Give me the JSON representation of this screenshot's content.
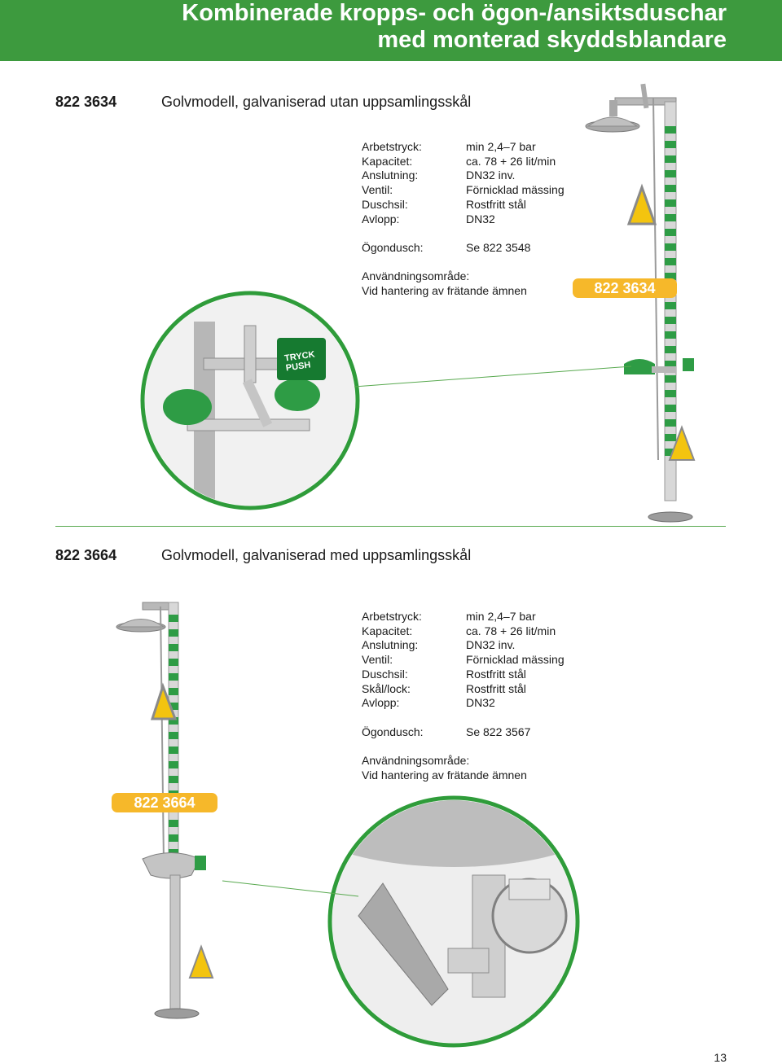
{
  "header": {
    "title_line1": "Kombinerade kropps- och ögon-/ansiktsduschar",
    "title_line2": "med monterad skyddsblandare"
  },
  "products": [
    {
      "code": "822 3634",
      "description": "Golvmodell, galvaniserad utan uppsamlingsskål",
      "specs": [
        {
          "label": "Arbetstryck:",
          "value": "min 2,4–7 bar"
        },
        {
          "label": "Kapacitet:",
          "value": "ca. 78 + 26 lit/min"
        },
        {
          "label": "Anslutning:",
          "value": "DN32 inv."
        },
        {
          "label": "Ventil:",
          "value": "Förnicklad mässing"
        },
        {
          "label": "Duschsil:",
          "value": "Rostfritt stål"
        },
        {
          "label": "Avlopp:",
          "value": "DN32"
        }
      ],
      "eyewash_label": "Ögondusch:",
      "eyewash_value": "Se 822 3548",
      "usage_label": "Användningsområde:",
      "usage_value": "Vid hantering av frätande ämnen",
      "badge": "822 3634",
      "push_text_1": "TRYCK",
      "push_text_2": "PUSH"
    },
    {
      "code": "822 3664",
      "description": "Golvmodell, galvaniserad med uppsamlingsskål",
      "specs": [
        {
          "label": "Arbetstryck:",
          "value": "min 2,4–7 bar"
        },
        {
          "label": "Kapacitet:",
          "value": "ca. 78 + 26 lit/min"
        },
        {
          "label": "Anslutning:",
          "value": "DN32 inv."
        },
        {
          "label": "Ventil:",
          "value": "Förnicklad mässing"
        },
        {
          "label": "Duschsil:",
          "value": "Rostfritt stål"
        },
        {
          "label": "Skål/lock:",
          "value": "Rostfritt stål"
        },
        {
          "label": "Avlopp:",
          "value": "DN32"
        }
      ],
      "eyewash_label": "Ögondusch:",
      "eyewash_value": "Se 822 3567",
      "usage_label": "Användningsområde:",
      "usage_value": "Vid hantering av frätande ämnen",
      "badge": "822 3664"
    }
  ],
  "colors": {
    "brand_green": "#3d9a3e",
    "badge_orange": "#f6b82a",
    "warning_yellow": "#f3c40f"
  },
  "page_number": "13"
}
